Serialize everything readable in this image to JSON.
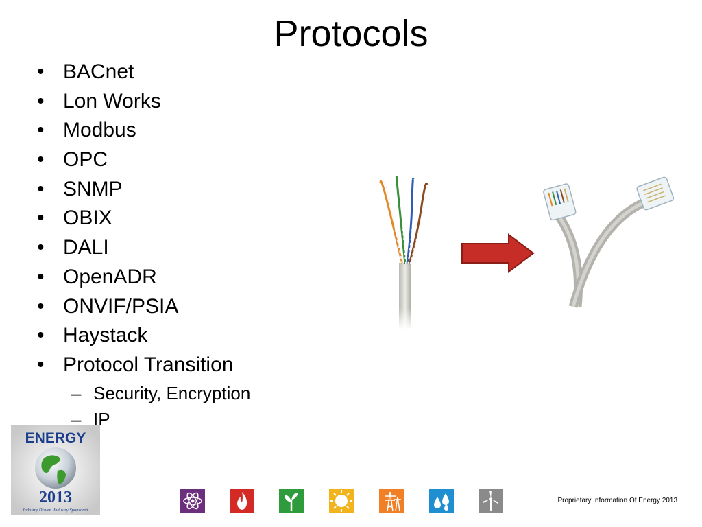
{
  "slide": {
    "title": "Protocols",
    "bullets": [
      "BACnet",
      "Lon Works",
      "Modbus",
      "OPC",
      "SNMP",
      "OBIX",
      "DALI",
      "OpenADR",
      "ONVIF/PSIA",
      "Haystack",
      "Protocol Transition"
    ],
    "sub_bullets": [
      "Security, Encryption",
      "IP"
    ],
    "bullet_glyph": "•",
    "dash_glyph": "–",
    "footer": "Proprietary Information Of Energy 2013"
  },
  "logo": {
    "word": "ENERGY",
    "year": "2013",
    "tagline": "Industry Driven. Industry Sponsored"
  },
  "category_icons": [
    {
      "name": "atom-icon",
      "color": "#6b2f7d"
    },
    {
      "name": "flame-icon",
      "color": "#d42a26"
    },
    {
      "name": "plant-icon",
      "color": "#2e9b3c"
    },
    {
      "name": "sun-icon",
      "color": "#f2b41c"
    },
    {
      "name": "power-tower-icon",
      "color": "#f07f25"
    },
    {
      "name": "water-drops-icon",
      "color": "#1f8fd2"
    },
    {
      "name": "wind-turbine-icon",
      "color": "#8a8a8a"
    }
  ]
}
